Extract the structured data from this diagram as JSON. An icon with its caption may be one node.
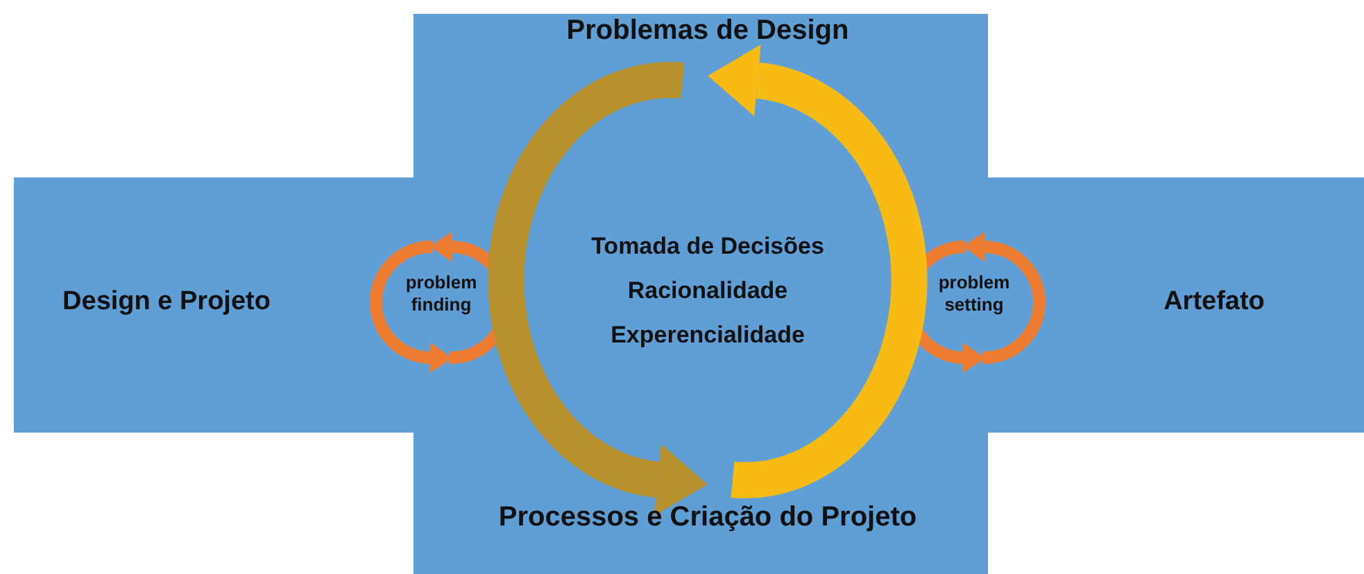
{
  "diagram": {
    "nodes": [
      {
        "text": [
          "Problemas de Design"
        ]
      },
      {
        "text": [
          "Processos e Criação do Projeto"
        ]
      }
    ],
    "edges": [
      {
        "from": 0,
        "to": 1,
        "arrow": "to",
        "color": "#b8902c"
      },
      {
        "from": 1,
        "to": 0,
        "arrow": "to",
        "color": "#f7bb14"
      }
    ],
    "labels": [
      "Design e Projeto",
      "problem finding",
      "Tomada de Decisões",
      "Racionalidade",
      "Experencialidade",
      "problem setting",
      "Artefato"
    ]
  }
}
